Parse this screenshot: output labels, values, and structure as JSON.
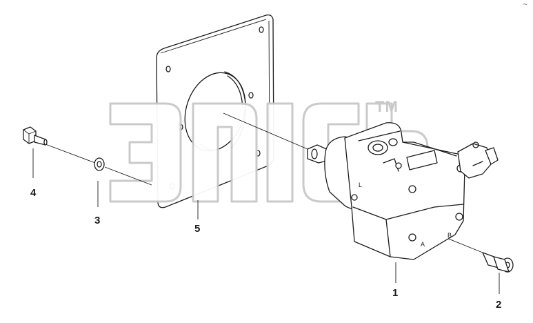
{
  "diagram": {
    "watermark": {
      "trademark": "TM"
    },
    "corner_mark": "~",
    "parts": [
      {
        "callout": "1",
        "name": "pump assembly"
      },
      {
        "callout": "2",
        "name": "cap screw"
      },
      {
        "callout": "3",
        "name": "washer"
      },
      {
        "callout": "4",
        "name": "hex bolt"
      },
      {
        "callout": "5",
        "name": "mounting plate"
      }
    ],
    "port_markings": {
      "l": "L",
      "a": "A",
      "b": "B"
    },
    "colors": {
      "line": "#1a1a1a",
      "watermark": "#c8c8c8",
      "background": "#ffffff"
    }
  }
}
